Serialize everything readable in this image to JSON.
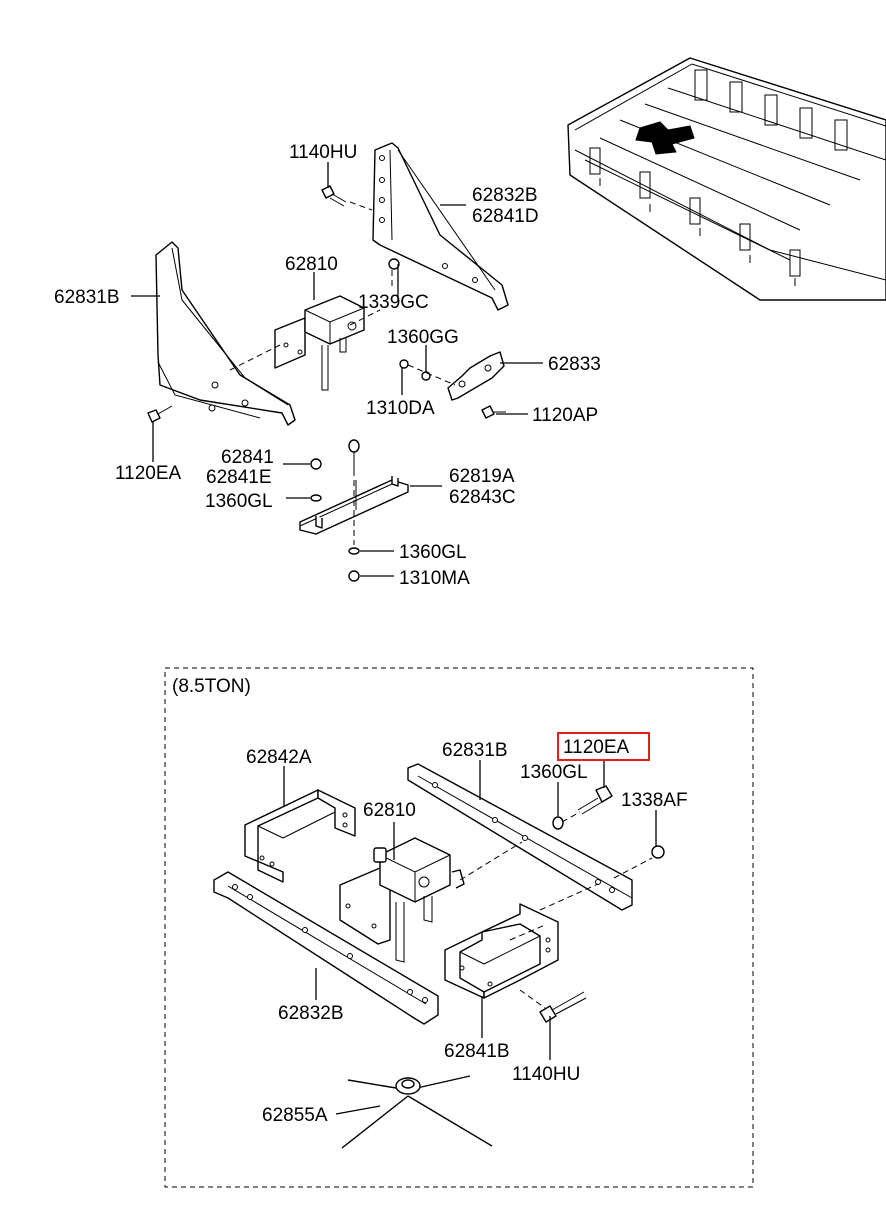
{
  "labels": {
    "top_1140HU": "1140HU",
    "top_62832B": "62832B",
    "top_62841D": "62841D",
    "top_62810": "62810",
    "top_62831B": "62831B",
    "top_1339GC": "1339GC",
    "top_1360GG": "1360GG",
    "top_62833": "62833",
    "top_1310DA": "1310DA",
    "top_1120AP": "1120AP",
    "top_1120EA": "1120EA",
    "top_62841": "62841",
    "top_62841E": "62841E",
    "top_1360GL_a": "1360GL",
    "top_62819A": "62819A",
    "top_62843C": "62843C",
    "top_1360GL_b": "1360GL",
    "top_1310MA": "1310MA",
    "section_title": "(8.5TON)",
    "bot_62842A": "62842A",
    "bot_62831B": "62831B",
    "bot_1120EA": "1120EA",
    "bot_1360GL": "1360GL",
    "bot_1338AF": "1338AF",
    "bot_62810": "62810",
    "bot_62832B": "62832B",
    "bot_62841B": "62841B",
    "bot_1140HU": "1140HU",
    "bot_62855A": "62855A"
  },
  "highlight": {
    "part": "1120EA",
    "color": "#e0201b"
  }
}
